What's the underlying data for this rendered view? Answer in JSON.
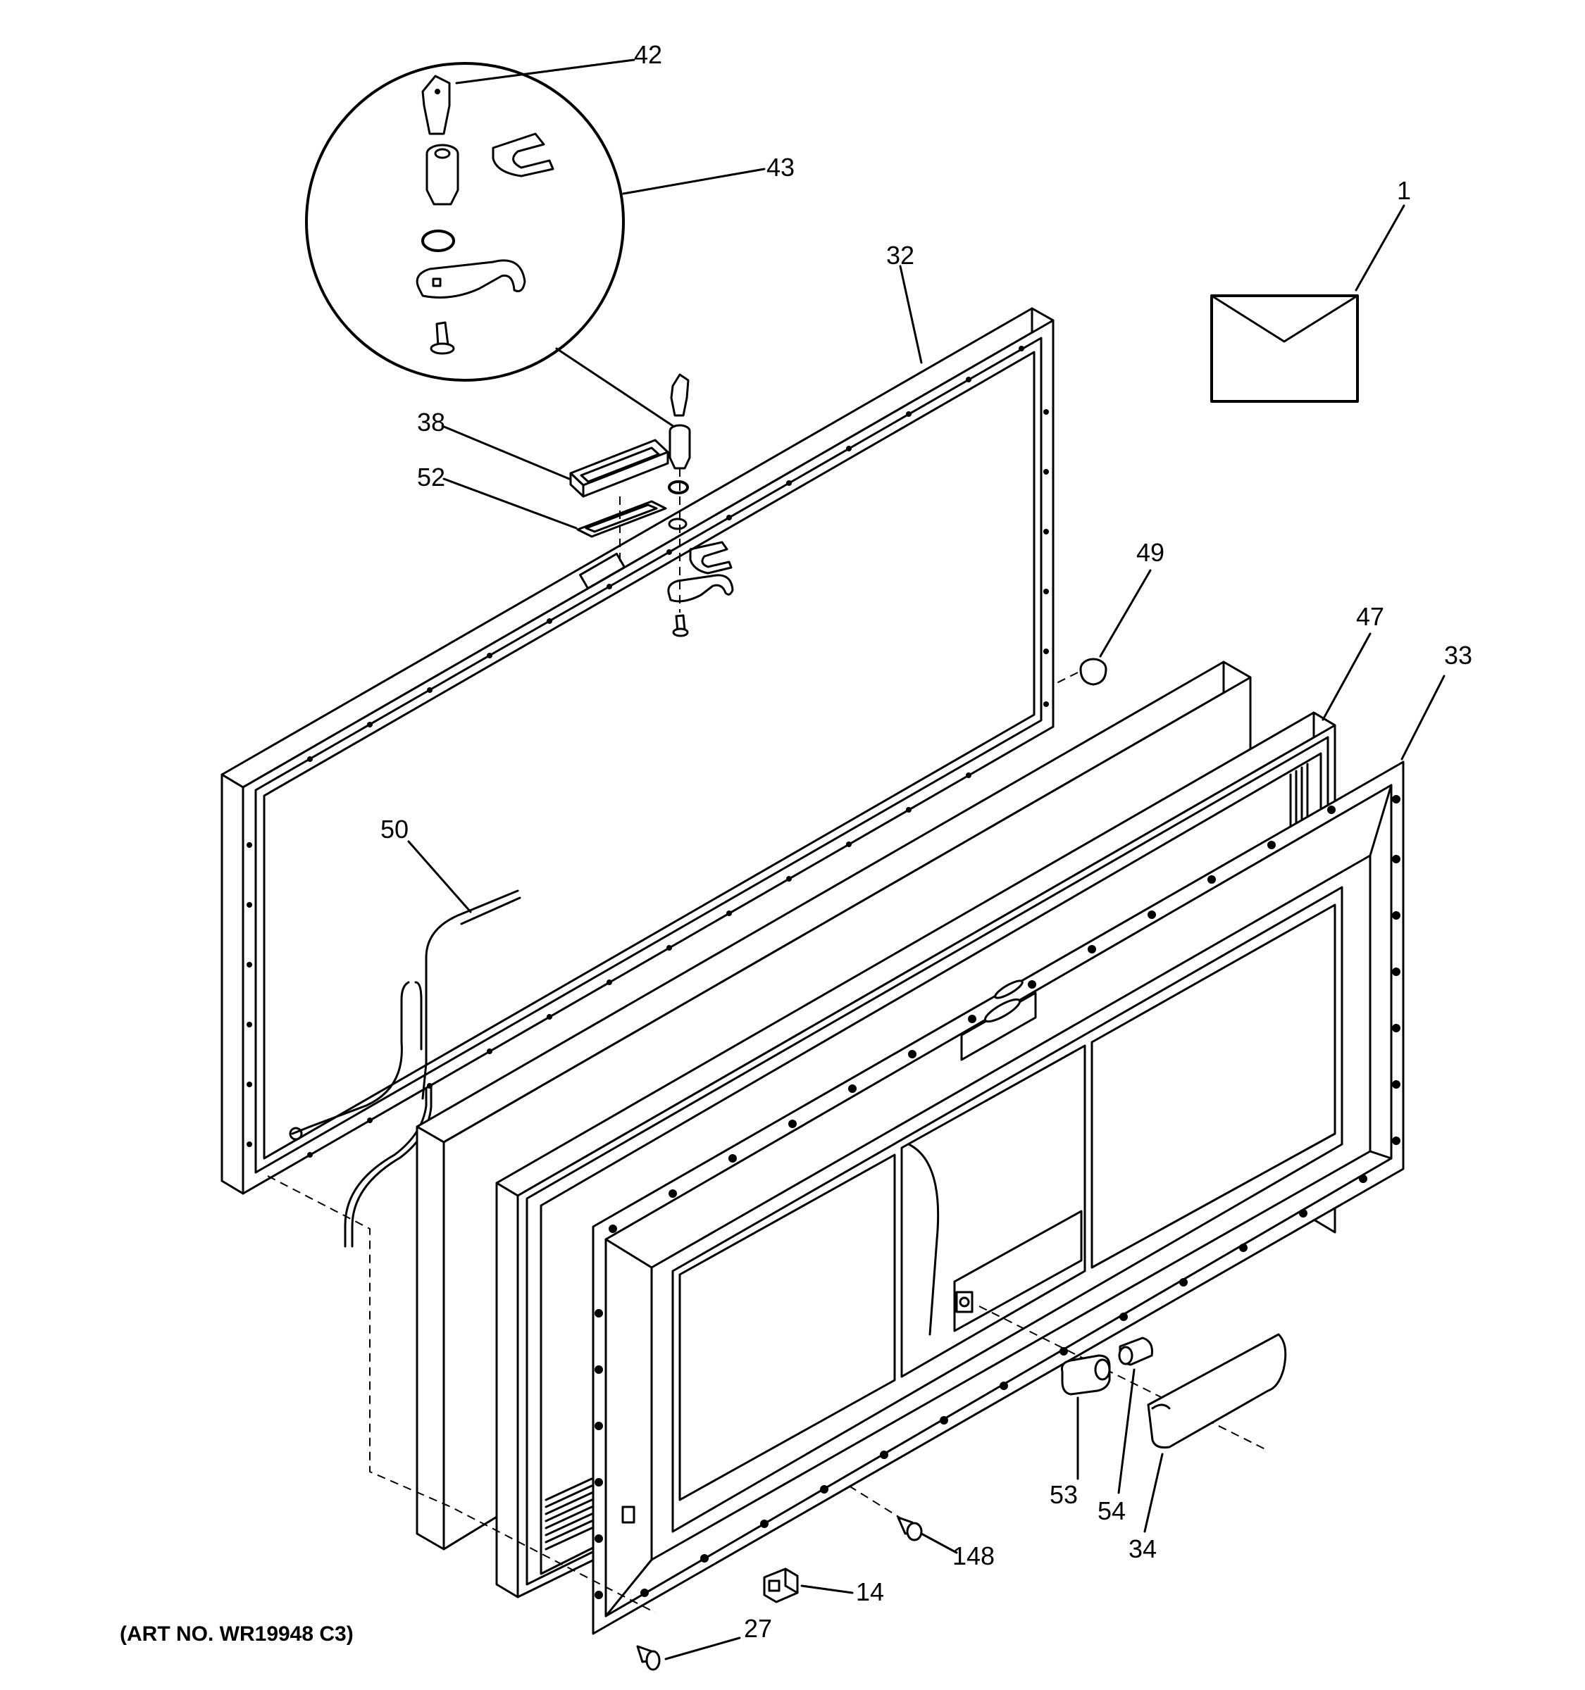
{
  "diagram": {
    "art_number": "(ART NO. WR19948 C3)",
    "callouts": {
      "p1": "1",
      "p14": "14",
      "p27": "27",
      "p32": "32",
      "p33": "33",
      "p34": "34",
      "p38": "38",
      "p42": "42",
      "p43": "43",
      "p47": "47",
      "p49": "49",
      "p50": "50",
      "p52": "52",
      "p53": "53",
      "p54": "54",
      "p148": "148"
    }
  }
}
